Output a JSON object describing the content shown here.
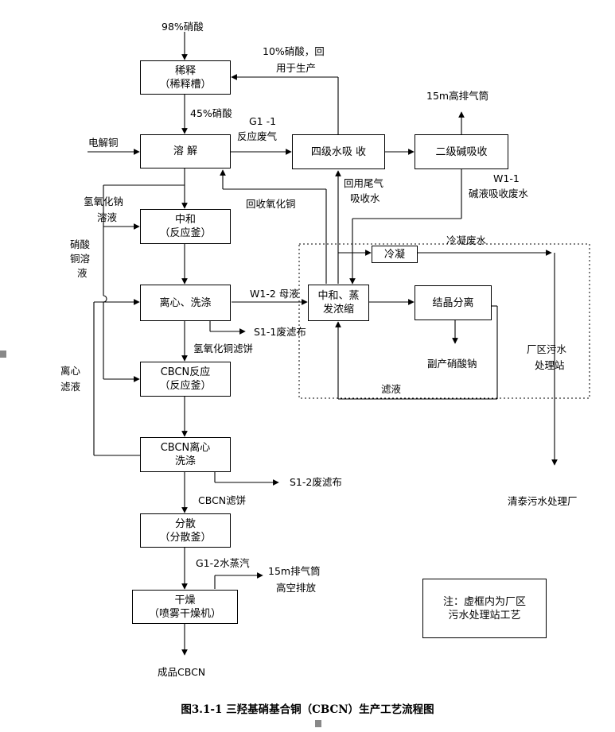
{
  "nodes": {
    "dilute": {
      "name": "稀释",
      "equip": "（稀释槽）"
    },
    "dissolve": {
      "name": "溶  解"
    },
    "neutralize": {
      "name": "中和",
      "equip": "（反应釜）"
    },
    "centrifuge_wash": {
      "name": "离心、洗涤"
    },
    "cbcn_reaction": {
      "name": "CBCN反应",
      "equip": "（反应釜）"
    },
    "cbcn_centrifuge": {
      "name": "CBCN离心",
      "equip": "洗涤"
    },
    "disperse": {
      "name": "分散",
      "equip": "（分散釜）"
    },
    "dry": {
      "name": "干燥",
      "equip": "（喷雾干燥机）"
    },
    "four_stage_absorb": {
      "name": "四级水吸 收"
    },
    "two_stage_alkali": {
      "name": "二级碱吸收"
    },
    "condense": {
      "name": "冷凝"
    },
    "neutral_evap": {
      "line1": "中和、蒸",
      "line2": "发浓缩"
    },
    "crystal_sep": {
      "name": "结晶分离"
    },
    "note": {
      "line1": "注：虚框内为厂区",
      "line2": "污水处理站工艺"
    }
  },
  "labels": {
    "acid98": "98%硝酸",
    "acid45": "45%硝酸",
    "acid10_l1": "10%硝酸，回",
    "acid10_l2": "用于生产",
    "stack15_top": "15m高排气筒",
    "g11_l1": "G1 -1",
    "g11_l2": "反应废气",
    "elec_cu": "电解铜",
    "naoh_l1": "氢氧化钠",
    "naoh_l2": "溶液",
    "cuno3_l1": "硝酸",
    "cuno3_l2": "铜溶",
    "cuno3_l3": "液",
    "recover_cuo": "回收氧化铜",
    "reuse_l1": "回用尾气",
    "reuse_l2": "吸收水",
    "w11_l1": "W1-1",
    "w11_l2": "碱液吸收废水",
    "cond_waste": "冷凝废水",
    "w12": "W1-2 母液",
    "s11": "S1-1废滤布",
    "cuoh_cake": "氢氧化铜滤饼",
    "byproduct": "副产硝酸钠",
    "plant_l1": "厂区污水",
    "plant_l2": "处理站",
    "centr_l1": "离心",
    "centr_l2": "滤液",
    "filtrate": "滤液",
    "s12": "S1-2废滤布",
    "cbcn_cake": "CBCN滤饼",
    "qingtai": "清泰污水处理厂",
    "g12": "G1-2水蒸汽",
    "stack15_l1": "15m排气筒",
    "stack15_l2": "高空排放",
    "product": "成品CBCN",
    "caption": "图3.1-1 三羟基硝基合铜（CBCN）生产工艺流程图"
  }
}
